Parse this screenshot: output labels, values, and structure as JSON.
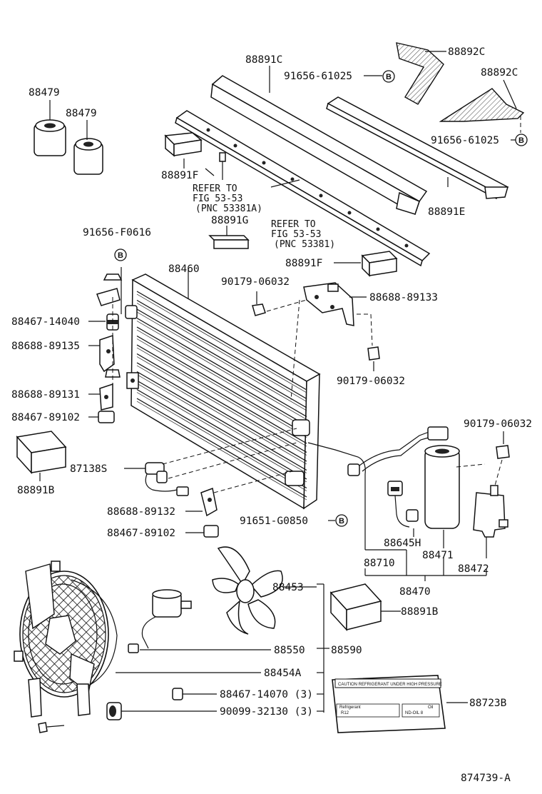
{
  "callouts": {
    "p88891C": "88891C",
    "p88892C_a": "88892C",
    "p88892C_b": "88892C",
    "p91656_61025_a": "91656-61025",
    "p91656_61025_b": "91656-61025",
    "p88479_a": "88479",
    "p88479_b": "88479",
    "p88891F_a": "88891F",
    "p88891F_b": "88891F",
    "p88891G": "88891G",
    "p88891E": "88891E",
    "p91656_F0616": "91656-F0616",
    "p88460": "88460",
    "p90179_06032_a": "90179-06032",
    "p90179_06032_b": "90179-06032",
    "p90179_06032_c": "90179-06032",
    "p88688_89133": "88688-89133",
    "p88467_14040": "88467-14040",
    "p88688_89135": "88688-89135",
    "p88688_89131": "88688-89131",
    "p88467_89102_a": "88467-89102",
    "p88467_89102_b": "88467-89102",
    "p88891B_a": "88891B",
    "p88891B_b": "88891B",
    "p87138S": "87138S",
    "p88688_89132": "88688-89132",
    "p91651_G0850": "91651-G0850",
    "p88645H": "88645H",
    "p88471": "88471",
    "p88710": "88710",
    "p88472": "88472",
    "p88470": "88470",
    "p88453": "88453",
    "p88550": "88550",
    "p88590": "88590",
    "p88454A": "88454A",
    "p88467_14070": "88467-14070 (3)",
    "p90099_32130": "90099-32130 (3)",
    "p88723B": "88723B"
  },
  "references": {
    "refer1_l1": "REFER TO",
    "refer1_l2": "FIG 53-53",
    "refer1_l3": "(PNC 53381A)",
    "refer2_l1": "REFER TO",
    "refer2_l2": "FIG 53-53",
    "refer2_l3": "(PNC 53381)"
  },
  "badges": {
    "b_letter": "B"
  },
  "caution_label": {
    "title": "CAUTION REFRIGERANT UNDER HIGH PRESSURE",
    "refrigerant_caption": "Refrigerant",
    "refrigerant_value": "R12",
    "oil_caption": "Oil",
    "oil_value": "ND-OIL 8"
  },
  "figure_id": "874739-A"
}
